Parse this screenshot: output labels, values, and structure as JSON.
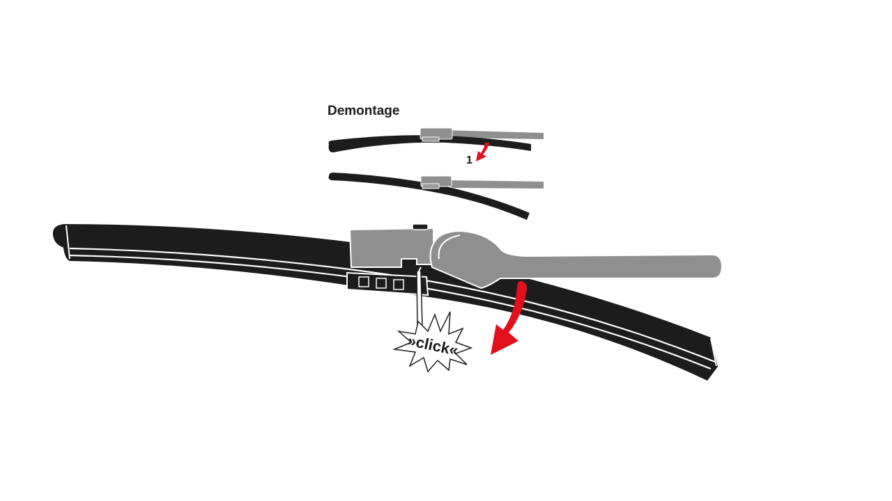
{
  "title": "Demontage",
  "step_label": "1",
  "click_label": "»click«",
  "colors": {
    "blade": "#1c1c1c",
    "arm": "#8f8f8f",
    "arm_dark": "#6a6a6a",
    "arrow": "#e3101c",
    "background": "#ffffff"
  },
  "icons": {
    "arrow": "curved-arrow-down",
    "burst": "starburst"
  }
}
